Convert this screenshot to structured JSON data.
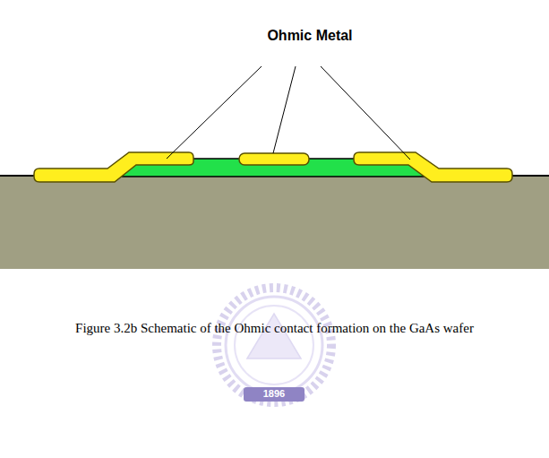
{
  "diagram": {
    "caption": "Figure 3.2b Schematic of the Ohmic contact formation on the GaAs wafer",
    "labels": [
      "Ohmic Metal",
      "1896"
    ]
  }
}
